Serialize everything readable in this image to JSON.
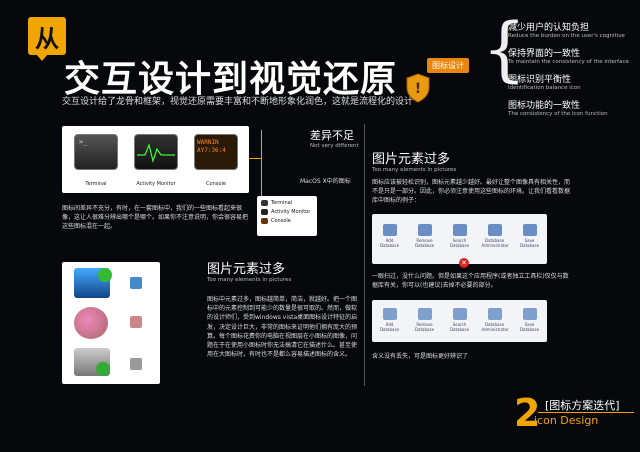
{
  "badge": "从",
  "title": "交互设计到视觉还原",
  "subtitle": "交互设计给了龙骨和框架，视觉还原需要丰富和不断地形象化润色，这就是流程化的设计",
  "icon_tag": "图标设计",
  "goals": [
    {
      "cn": "减少用户的认知负担",
      "en": "Reduce the burden on the user's cognitive"
    },
    {
      "cn": "保持界面的一致性",
      "en": "To maintain the consistency of the interface"
    },
    {
      "cn": "图标识别平衡性",
      "en": "Identification balance icon"
    },
    {
      "cn": "图标功能的一致性",
      "en": "The consistency of the icon function"
    }
  ],
  "mac_icons": [
    {
      "label": "Terminal"
    },
    {
      "label": "Activity Monitor"
    },
    {
      "label": "Console",
      "screen": "WARNIN\nAY7:36:4"
    }
  ],
  "sec1": {
    "title": "差异不足",
    "title_en": "Not very different",
    "callout": "MacOS X中的图标",
    "list": [
      "Terminal",
      "Activity Monitor",
      "Console"
    ],
    "body": "图标间差异不充分，有时，在一套图标中，我们的一些图标看起来很像，这让人很难分辨出哪个是哪个。如果你不注意说明，你会很容易把这些图标混在一起。"
  },
  "sec2": {
    "title": "图片元素过多",
    "title_en": "Too many elements in pictures",
    "body": "图标中元素过多，图标越简单，简洁，就越好。把一个图标中的元素控制到可能少的数量是很可取的。然而，做软的设计师们，受到windows vista桌面图标设计特征的启发，决定设计巨大，非常的图标来证明他们拥有庞大的预算。每个图标花费你的电脑在视图层在小图标的图像，问题在于在使用小图标时你无法搞清它在描述什么。甚至使用在大图标时，有时也不是都么容易描述图标的含义。"
  },
  "sec3": {
    "title": "图片元素过多",
    "title_en": "Too many elements in pictures",
    "body": "图标应该被轻松识别，图标元素越少越好。最好让整个图像具有相关性，而不是只是一部分。因此，你必须注意使用这些图标的环境。让我们看看数据库中图标的例子：",
    "toolbar1": [
      "Add Database",
      "Remove Database",
      "Search Database",
      "Database Administrator",
      "Save Database"
    ],
    "mid": "一眼扫过，没什么问题。但是如果这个应用程序(或者独立工具栏)仅仅与数据库有关，你可以(也建议)去掉不必要的部分。",
    "toolbar2": [
      "Add Database",
      "Remove Database",
      "Search Database",
      "Database Administrator",
      "Save Database"
    ],
    "bottom": "含义没有丢失，可是图标更好辨识了"
  },
  "footer": {
    "num": "2",
    "tag": "[图标方案迭代]",
    "name": "icon Design"
  },
  "colors": {
    "accent": "#f0a500",
    "bg": "#07080c"
  }
}
